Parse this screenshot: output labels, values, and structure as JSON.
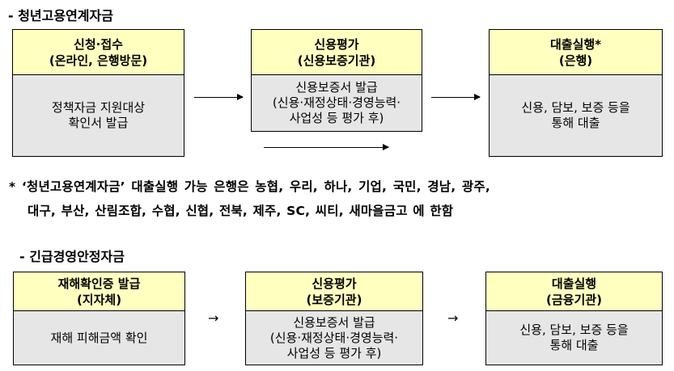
{
  "section1": {
    "title": "-  청년고용연계자금",
    "boxes": [
      {
        "head1": "신청·접수",
        "head2": "(온라인, 은행방문)",
        "body1": "정책자금 지원대상",
        "body2": "확인서 발급",
        "body3": ""
      },
      {
        "head1": "신용평가",
        "head2": "(신용보증기관)",
        "body1": "신용보증서 발급",
        "body2": "(신용·재정상태·경영능력·",
        "body3": "사업성 등 평가 후)"
      },
      {
        "head1": "대출실행*",
        "head2": "(은행)",
        "body1": "신용, 담보, 보증 등을",
        "body2": "통해 대출",
        "body3": ""
      }
    ],
    "note_line1": "*  ‘청년고용연계자금’ 대출실행 가능 은행은 농협, 우리, 하나, 기업, 국민, 경남, 광주,",
    "note_line2": "대구, 부산, 산림조합, 수협, 신협, 전북, 제주, SC, 씨티, 새마을금고 에 한함"
  },
  "section2": {
    "title": "-  긴급경영안정자금",
    "arrow_glyph": "→",
    "boxes": [
      {
        "head1": "재해확인증 발급",
        "head2": "(지자체)",
        "body1": "재해 피해금액 확인",
        "body2": "",
        "body3": ""
      },
      {
        "head1": "신용평가",
        "head2": "(보증기관)",
        "body1": "신용보증서 발급",
        "body2": "(신용·재정상태·경영능력·",
        "body3": "사업성 등 평가 후)"
      },
      {
        "head1": "대출실행",
        "head2": "(금융기관)",
        "body1": "신용, 담보, 보증 등을",
        "body2": "통해 대출",
        "body3": ""
      }
    ]
  }
}
